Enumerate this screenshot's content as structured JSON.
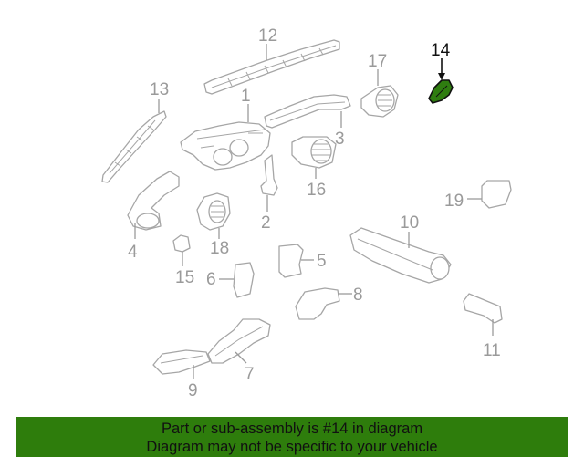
{
  "highlighted_part": "14",
  "callouts": [
    {
      "id": "c1",
      "label": "1"
    },
    {
      "id": "c2",
      "label": "2"
    },
    {
      "id": "c3",
      "label": "3"
    },
    {
      "id": "c4",
      "label": "4"
    },
    {
      "id": "c5",
      "label": "5"
    },
    {
      "id": "c6",
      "label": "6"
    },
    {
      "id": "c7",
      "label": "7"
    },
    {
      "id": "c8",
      "label": "8"
    },
    {
      "id": "c9",
      "label": "9"
    },
    {
      "id": "c10",
      "label": "10"
    },
    {
      "id": "c11",
      "label": "11"
    },
    {
      "id": "c12",
      "label": "12"
    },
    {
      "id": "c13",
      "label": "13"
    },
    {
      "id": "c14",
      "label": "14"
    },
    {
      "id": "c15",
      "label": "15"
    },
    {
      "id": "c16",
      "label": "16"
    },
    {
      "id": "c17",
      "label": "17"
    },
    {
      "id": "c18",
      "label": "18"
    },
    {
      "id": "c19",
      "label": "19"
    }
  ],
  "banner": {
    "line1": "Part or sub-assembly is #14 in diagram",
    "line2": "Diagram may not be specific to your vehicle"
  },
  "colors": {
    "highlight_fill": "#2f7d10",
    "banner_background": "#2e7d0c",
    "line_art": "#a6a6a6"
  }
}
